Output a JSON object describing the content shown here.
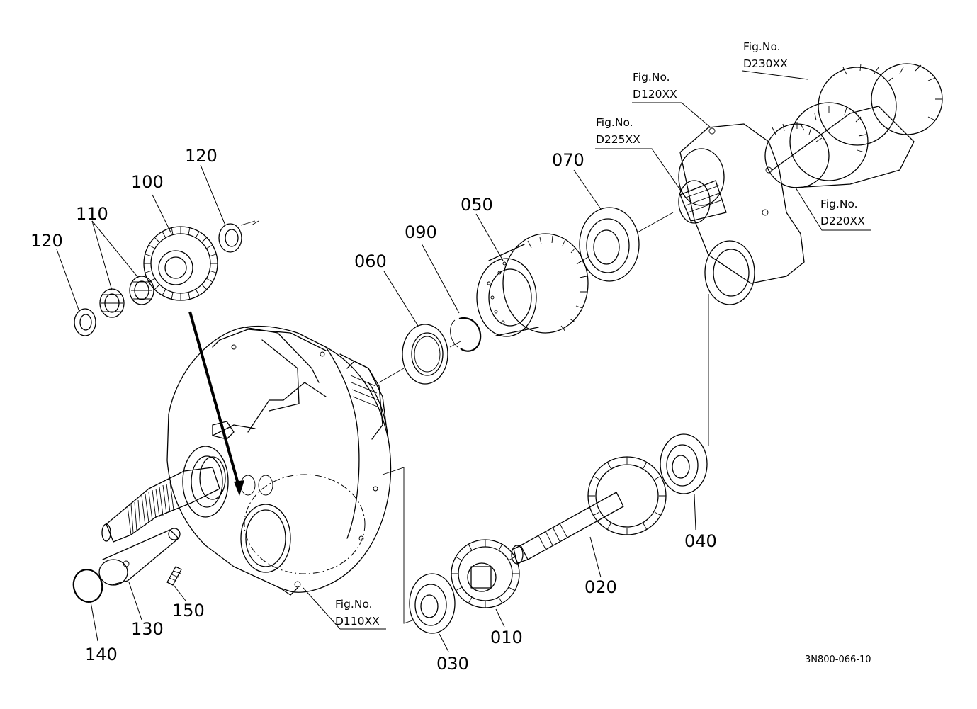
{
  "parts": [
    {
      "id": "part-010",
      "label": "010"
    },
    {
      "id": "part-020",
      "label": "020"
    },
    {
      "id": "part-030",
      "label": "030"
    },
    {
      "id": "part-040",
      "label": "040"
    },
    {
      "id": "part-050",
      "label": "050"
    },
    {
      "id": "part-060",
      "label": "060"
    },
    {
      "id": "part-070",
      "label": "070"
    },
    {
      "id": "part-090",
      "label": "090"
    },
    {
      "id": "part-100",
      "label": "100"
    },
    {
      "id": "part-110",
      "label": "110"
    },
    {
      "id": "part-120-top",
      "label": "120"
    },
    {
      "id": "part-120-left",
      "label": "120"
    },
    {
      "id": "part-130",
      "label": "130"
    },
    {
      "id": "part-140",
      "label": "140"
    },
    {
      "id": "part-150",
      "label": "150"
    }
  ],
  "fig_refs": [
    {
      "id": "fig-d230",
      "line1": "Fig.No.",
      "line2": "D230XX"
    },
    {
      "id": "fig-d120",
      "line1": "Fig.No.",
      "line2": "D120XX"
    },
    {
      "id": "fig-d225",
      "line1": "Fig.No.",
      "line2": "D225XX"
    },
    {
      "id": "fig-d220",
      "line1": "Fig.No.",
      "line2": "D220XX"
    },
    {
      "id": "fig-d110",
      "line1": "Fig.No.",
      "line2": "D110XX"
    }
  ],
  "drawing_code": "3N800-066-10"
}
